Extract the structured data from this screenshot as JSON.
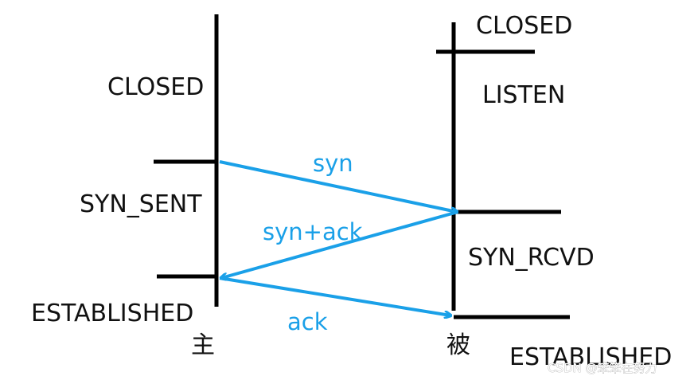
{
  "client": {
    "role_label": "主",
    "states": {
      "closed": "CLOSED",
      "syn_sent": "SYN_SENT",
      "established": "ESTABLISHED"
    }
  },
  "server": {
    "role_label": "被",
    "states": {
      "closed": "CLOSED",
      "listen": "LISTEN",
      "syn_rcvd": "SYN_RCVD",
      "established": "ESTABLISHED"
    }
  },
  "messages": {
    "syn": "syn",
    "syn_ack": "syn+ack",
    "ack": "ack"
  },
  "colors": {
    "timeline": "#000000",
    "message_arrow": "#1aa0e8"
  },
  "watermark": "CSDN @笨笨在努力"
}
